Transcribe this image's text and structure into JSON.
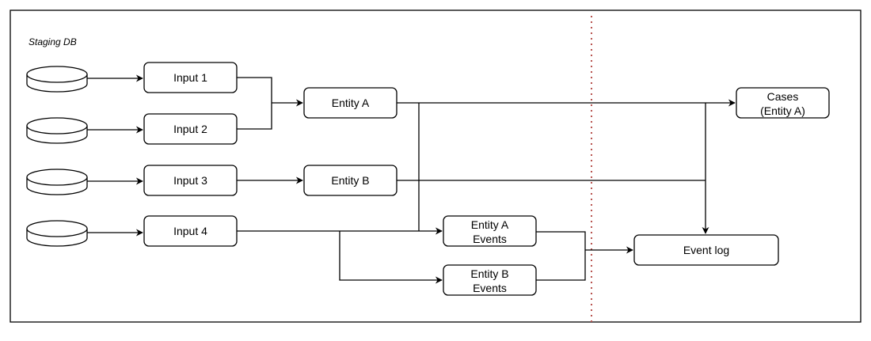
{
  "diagram": {
    "title": "Staging DB",
    "inputs": [
      "Input 1",
      "Input 2",
      "Input 3",
      "Input 4"
    ],
    "entity_a": "Entity A",
    "entity_b": "Entity B",
    "cases": [
      "Cases",
      "(Entity A)"
    ],
    "entity_a_events": [
      "Entity A",
      "Events"
    ],
    "entity_b_events": [
      "Entity B",
      "Events"
    ],
    "event_log": "Event log",
    "colors": {
      "stroke": "#000000",
      "background": "#ffffff",
      "separator": "#b85450"
    }
  }
}
